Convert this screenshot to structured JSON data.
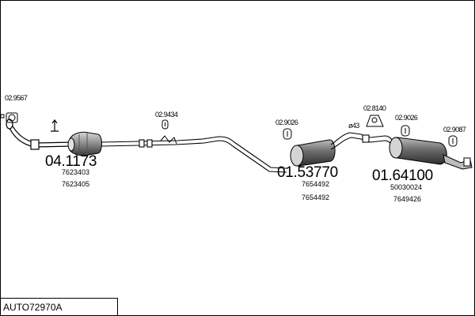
{
  "title": "AUTO72970A",
  "parts": [
    {
      "id": "part-04-1173",
      "label": "04.1173",
      "refs": [
        "7623403",
        "7623405"
      ]
    },
    {
      "id": "part-01-53770",
      "label": "01.53770",
      "refs": [
        "7654492",
        "7654492"
      ]
    },
    {
      "id": "part-01-64100",
      "label": "01.64100",
      "refs": [
        "50030024",
        "7649426"
      ]
    }
  ],
  "small_parts": [
    {
      "id": "02-9567",
      "label": "02.9567"
    },
    {
      "id": "02-9434",
      "label": "02.9434"
    },
    {
      "id": "02-9026-a",
      "label": "02.9026"
    },
    {
      "id": "02-8140",
      "label": "02.8140"
    },
    {
      "id": "02-9026-b",
      "label": "02.9026"
    },
    {
      "id": "02-9087",
      "label": "02.9087"
    }
  ],
  "pipe_note": "ø43",
  "colors": {
    "line": "#000000",
    "background": "#ffffff",
    "muffler": "#6b6b6b"
  }
}
